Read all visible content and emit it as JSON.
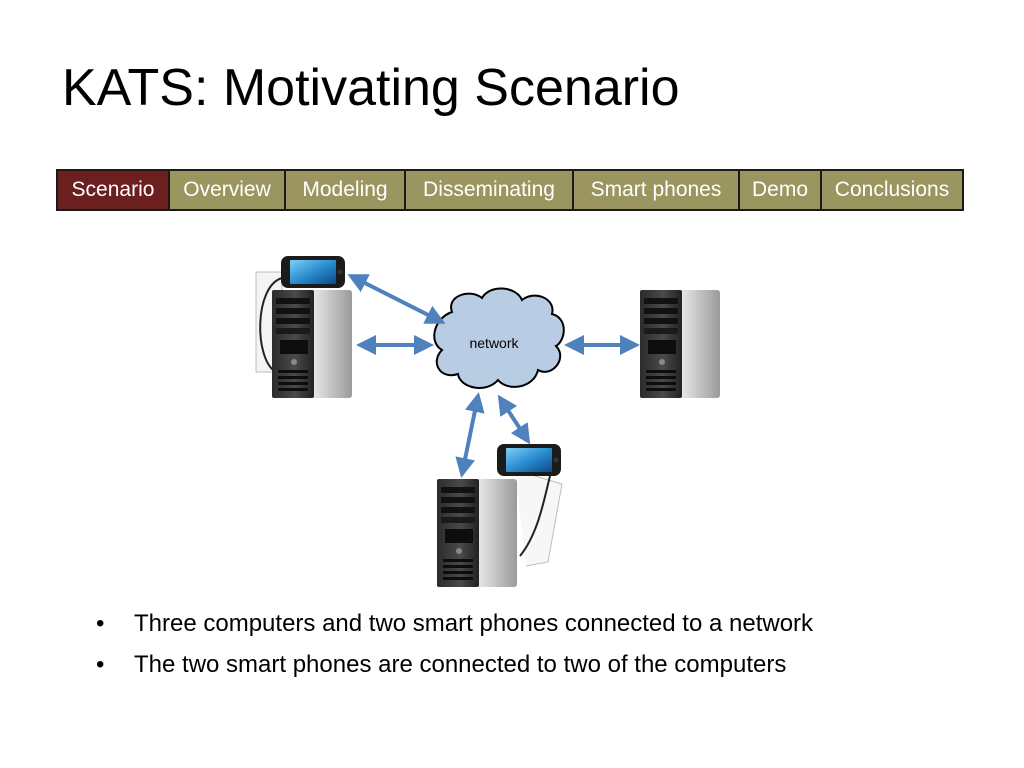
{
  "title": "KATS: Motivating Scenario",
  "nav": {
    "tabs": [
      {
        "label": "Scenario",
        "active": true
      },
      {
        "label": "Overview",
        "active": false
      },
      {
        "label": "Modeling",
        "active": false
      },
      {
        "label": "Disseminating",
        "active": false
      },
      {
        "label": "Smart phones",
        "active": false
      },
      {
        "label": "Demo",
        "active": false
      },
      {
        "label": "Conclusions",
        "active": false
      }
    ],
    "active_color": "#6b1f1f",
    "inactive_color": "#9b9560"
  },
  "diagram": {
    "network_label": "network",
    "cloud_color": "#b8cce4",
    "arrow_color": "#4f81bd"
  },
  "bullets": [
    "Three computers and two smart phones connected to a network",
    "The two smart phones are connected to two of the computers"
  ]
}
